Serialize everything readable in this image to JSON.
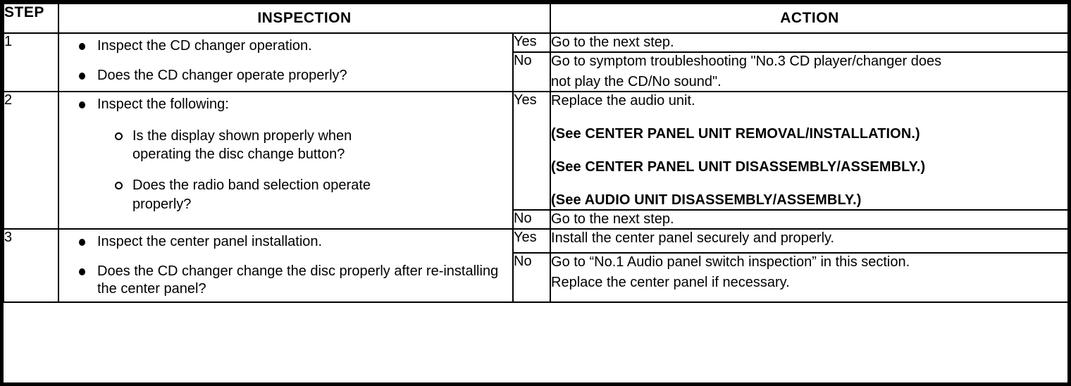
{
  "table": {
    "headers": {
      "step": "STEP",
      "inspection": "INSPECTION",
      "action": "ACTION"
    },
    "rows": [
      {
        "step": "1",
        "inspection_bullets": [
          "Inspect the CD changer operation.",
          "Does the CD changer operate properly?"
        ],
        "inspection_sub_bullets": [],
        "actions": [
          {
            "answer": "Yes",
            "lines": [
              "Go to the next step."
            ],
            "see_lines": []
          },
          {
            "answer": "No",
            "lines": [
              "Go to symptom troubleshooting \"No.3 CD player/changer does",
              "not play the CD/No sound\"."
            ],
            "see_lines": []
          }
        ]
      },
      {
        "step": "2",
        "inspection_bullets": [
          "Inspect the following:"
        ],
        "inspection_sub_bullets": [
          [
            "Is the display shown properly when",
            "operating the disc change button?"
          ],
          [
            "Does the radio band selection operate",
            "properly?"
          ]
        ],
        "actions": [
          {
            "answer": "Yes",
            "lines": [
              "Replace the audio unit."
            ],
            "see_lines": [
              "(See CENTER PANEL UNIT REMOVAL/INSTALLATION.)",
              "(See CENTER PANEL UNIT DISASSEMBLY/ASSEMBLY.)",
              "(See AUDIO UNIT DISASSEMBLY/ASSEMBLY.)"
            ]
          },
          {
            "answer": "No",
            "lines": [
              "Go to the next step."
            ],
            "see_lines": []
          }
        ]
      },
      {
        "step": "3",
        "inspection_bullets": [
          "Inspect the center panel installation.",
          "Does the CD changer change the disc properly after re-installing the center panel?"
        ],
        "inspection_sub_bullets": [],
        "actions": [
          {
            "answer": "Yes",
            "lines": [
              "Install the center panel securely and properly."
            ],
            "see_lines": []
          },
          {
            "answer": "No",
            "lines": [
              "Go to “No.1 Audio panel switch inspection” in this section.",
              "Replace the center panel if necessary."
            ],
            "see_lines": []
          }
        ]
      }
    ]
  }
}
